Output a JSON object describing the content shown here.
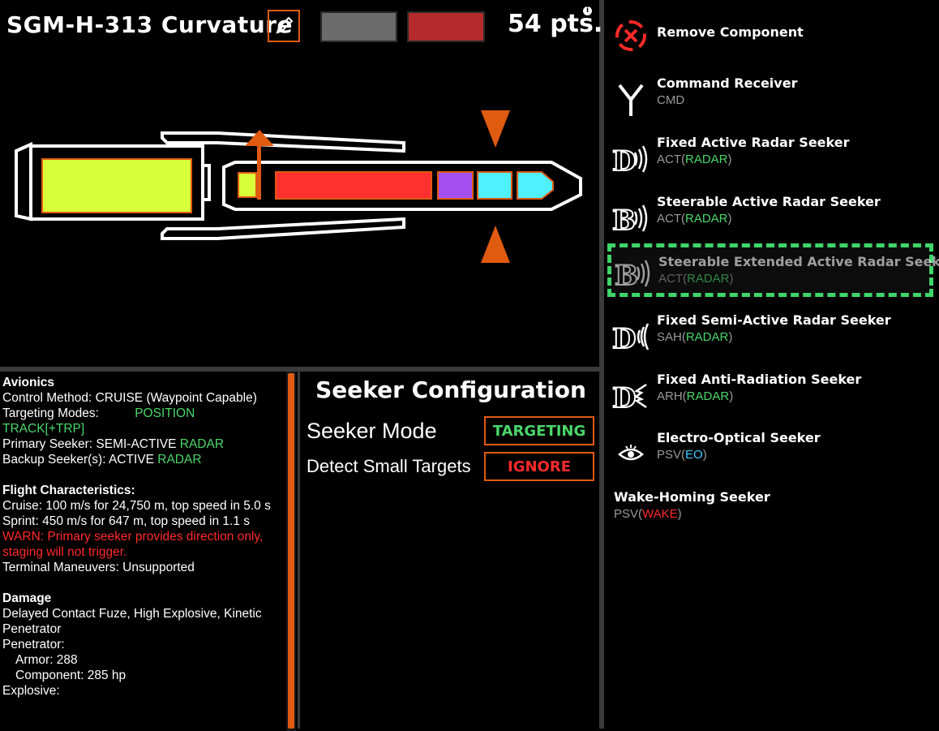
{
  "designer": {
    "title": "SGM-H-313 Curvature",
    "points": "54 pts.",
    "info": "i",
    "swatch_primary": "#6b6b6b",
    "swatch_secondary": "#b52a2a",
    "accent": "#e05a10"
  },
  "avionics": {
    "heading": "Avionics",
    "control": "Control Method: CRUISE (Waypoint Capable)",
    "targeting_label": "Targeting Modes:",
    "targeting_value_1": "POSITION",
    "targeting_value_2": "TRACK[+TRP]",
    "primary_label": "Primary Seeker: SEMI-ACTIVE ",
    "primary_value": "RADAR",
    "backup_label": "Backup Seeker(s): ACTIVE ",
    "backup_value": "RADAR",
    "flight_heading": "Flight Characteristics:",
    "cruise": "Cruise: 100 m/s for 24,750 m, top speed in 5.0 s",
    "sprint": "Sprint: 450 m/s for 647 m, top speed in 1.1 s",
    "warn": "WARN: Primary seeker provides direction only, staging will not trigger.",
    "terminal": "Terminal Maneuvers: Unsupported",
    "damage_heading": "Damage",
    "fuze": "Delayed Contact Fuze, High Explosive, Kinetic Penetrator",
    "penetrator": "Penetrator:",
    "armor": "Armor: 288",
    "component": "Component: 285 hp",
    "explosive": "Explosive:"
  },
  "seeker": {
    "title": "Seeker Configuration",
    "mode_label": "Seeker Mode",
    "mode_value": "TARGETING",
    "detect_label": "Detect Small Targets",
    "detect_value": "IGNORE"
  },
  "components": {
    "remove": {
      "name": "Remove Component",
      "icon": "remove-crosshair-icon"
    },
    "items": [
      {
        "name": "Command Receiver",
        "code": "CMD",
        "sub": "",
        "icon": "antenna-icon"
      },
      {
        "name": "Fixed Active Radar Seeker",
        "code": "ACT(",
        "sub": "RADAR",
        "icon": "fixed-active-radar-icon"
      },
      {
        "name": "Steerable Active Radar Seeker",
        "code": "ACT(",
        "sub": "RADAR",
        "icon": "steerable-active-radar-icon"
      },
      {
        "name": "Steerable Extended Active Radar Seeker",
        "code": "ACT(",
        "sub": "RADAR",
        "icon": "steerable-extended-radar-icon"
      },
      {
        "name": "Fixed Semi-Active Radar Seeker",
        "code": "SAH(",
        "sub": "RADAR",
        "icon": "semi-active-radar-icon"
      },
      {
        "name": "Fixed Anti-Radiation Seeker",
        "code": "ARH(",
        "sub": "RADAR",
        "icon": "anti-radiation-icon"
      },
      {
        "name": "Electro-Optical Seeker",
        "code": "PSV(",
        "sub": "EO",
        "icon": "eye-icon"
      },
      {
        "name": "Wake-Homing Seeker",
        "code": "PSV(",
        "sub": "WAKE",
        "icon": ""
      }
    ],
    "close_paren": ")",
    "selected_index": 3
  }
}
